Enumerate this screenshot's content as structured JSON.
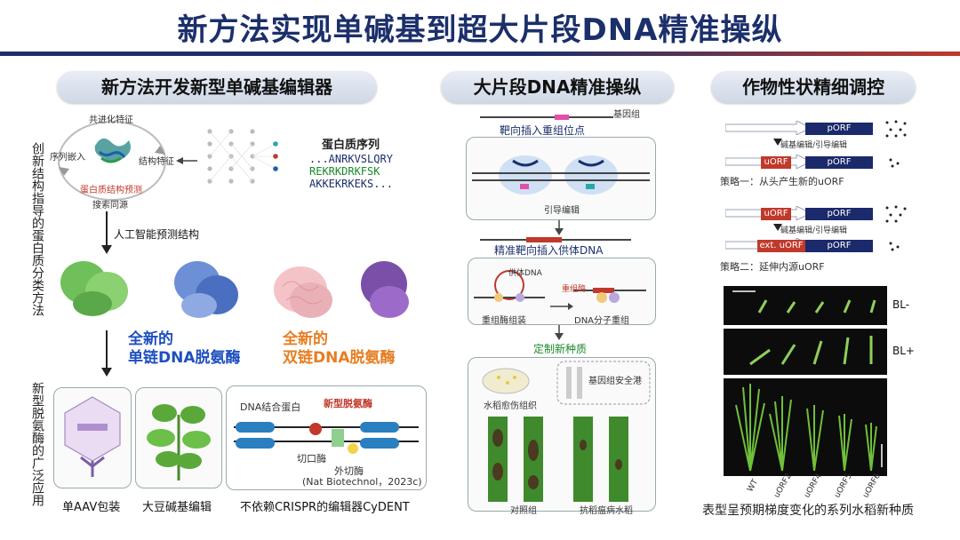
{
  "title": "新方法实现单碱基到超大片段DNA精准操纵",
  "sections": {
    "left": "新方法开发新型单碱基编辑器",
    "middle": "大片段DNA精准操纵",
    "right": "作物性状精细调控"
  },
  "left": {
    "side_label_top": "创新结构指导的蛋白质分类方法",
    "side_label_bottom": "新型脱氨酶的广泛应用",
    "cycle": {
      "top": "共进化特征",
      "left": "序列嵌入",
      "right": "结构特征",
      "center": "蛋白质结构预测",
      "bottom": "搜索同源"
    },
    "protein_seq_title": "蛋白质序列",
    "seq_lines": [
      "...ANRKVSLQRY",
      "REKRKDRKFSK",
      "AKKEKRKEKS..."
    ],
    "ai_label": "人工智能预测结构",
    "ss_deaminase_1": "全新的",
    "ss_deaminase_2": "单链DNA脱氨酶",
    "ds_deaminase_1": "全新的",
    "ds_deaminase_2": "双链DNA脱氨酶",
    "app1": "单AAV包装",
    "app2": "大豆碱基编辑",
    "app3": "不依赖CRISPR的编辑器CyDENT",
    "cydent": {
      "dna_binding": "DNA结合蛋白",
      "new_deaminase": "新型脱氨酶",
      "nickase": "切口酶",
      "exonuclease": "外切酶",
      "citation": "(Nat Biotechnol，2023c)"
    }
  },
  "middle": {
    "genome": "基因组",
    "step1": "靶向插入重组位点",
    "prime_edit": "引导编辑",
    "step2": "精准靶向插入供体DNA",
    "donor": "供体DNA",
    "recombinase": "重组酶",
    "assembly": "重组酶组装",
    "recomb": "DNA分子重组",
    "step3": "定制新种质",
    "rice_tissue": "水稻愈伤组织",
    "safe_harbor": "基因组安全港",
    "control": "对照组",
    "resistant": "抗稻瘟病水稻"
  },
  "right": {
    "porf": "pORF",
    "uorf": "uORF",
    "ext_uorf": "ext. uORF",
    "edit_label": "碱基编辑/引导编辑",
    "strategy1": "策略一：从头产生新的uORF",
    "strategy2": "策略二：延伸内源uORF",
    "bl_minus": "BL-",
    "bl_plus": "BL+",
    "plants": [
      "WT",
      "uORF2",
      "uORF4",
      "uORF5",
      "uORF6"
    ],
    "caption": "表型呈预期梯度变化的系列水稻新种质"
  },
  "colors": {
    "navy": "#1b2f6b",
    "red": "#c0392b",
    "green": "#1a8a2a",
    "blue_text": "#1f4fbf",
    "orange_text": "#e67e22"
  }
}
